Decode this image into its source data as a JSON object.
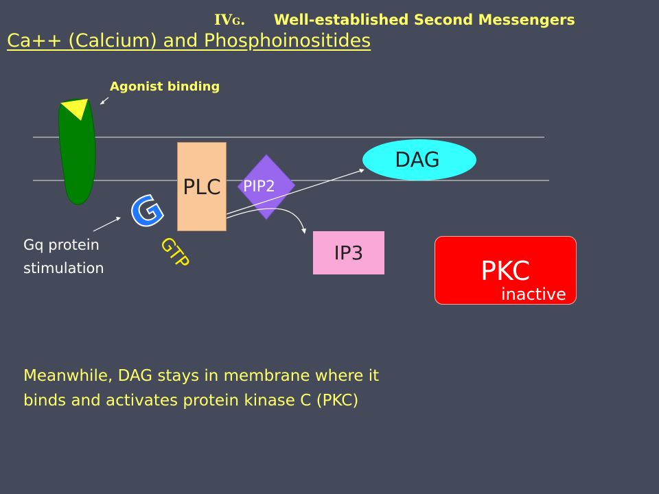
{
  "header": {
    "section": "IV",
    "section_sub": "G",
    "section_dot": ".",
    "title": "Well-established Second Messengers"
  },
  "subtitle": "Ca++ (Calcium) and Phosphoinositides",
  "diagram": {
    "agonist_label": "Agonist binding",
    "plc": "PLC",
    "pip2": "PIP2",
    "dag": "DAG",
    "ip3": "IP3",
    "gtp": "GTP",
    "gq_label_line1": "Gq protein",
    "gq_label_line2": "stimulation",
    "pkc": "PKC",
    "pkc_status": "inactive"
  },
  "body_text_line1": "Meanwhile, DAG stays in membrane where it",
  "body_text_line2": "binds and activates protein kinase C (PKC)",
  "colors": {
    "background": "#454a5a",
    "text_accent": "#ffff66",
    "receptor": "#008000",
    "agonist": "#ffff33",
    "plc": "#fac898",
    "pip2": "#9966ee",
    "dag": "#33ffff",
    "ip3": "#f9a8d8",
    "pkc": "#ff0000",
    "g_protein": "#2277ff"
  }
}
